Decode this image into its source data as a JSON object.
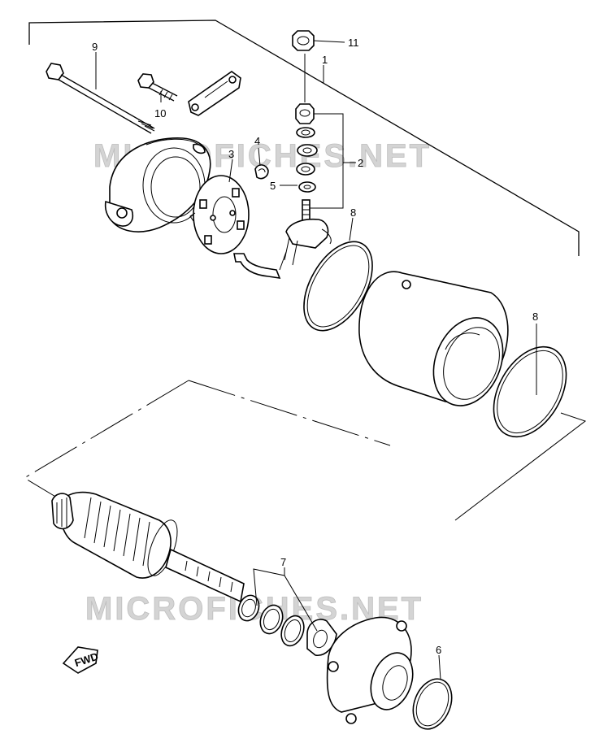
{
  "watermark": {
    "text": "MICROFICHES.NET",
    "color": "#d4d4d4"
  },
  "direction_marker": "FWD",
  "callouts": [
    {
      "id": "c1",
      "text": "1"
    },
    {
      "id": "c2",
      "text": "2"
    },
    {
      "id": "c3",
      "text": "3"
    },
    {
      "id": "c4",
      "text": "4"
    },
    {
      "id": "c5",
      "text": "5"
    },
    {
      "id": "c6",
      "text": "6"
    },
    {
      "id": "c7",
      "text": "7"
    },
    {
      "id": "c8a",
      "text": "8"
    },
    {
      "id": "c8b",
      "text": "8"
    },
    {
      "id": "c9",
      "text": "9"
    },
    {
      "id": "c10",
      "text": "10"
    },
    {
      "id": "c11",
      "text": "11"
    }
  ]
}
